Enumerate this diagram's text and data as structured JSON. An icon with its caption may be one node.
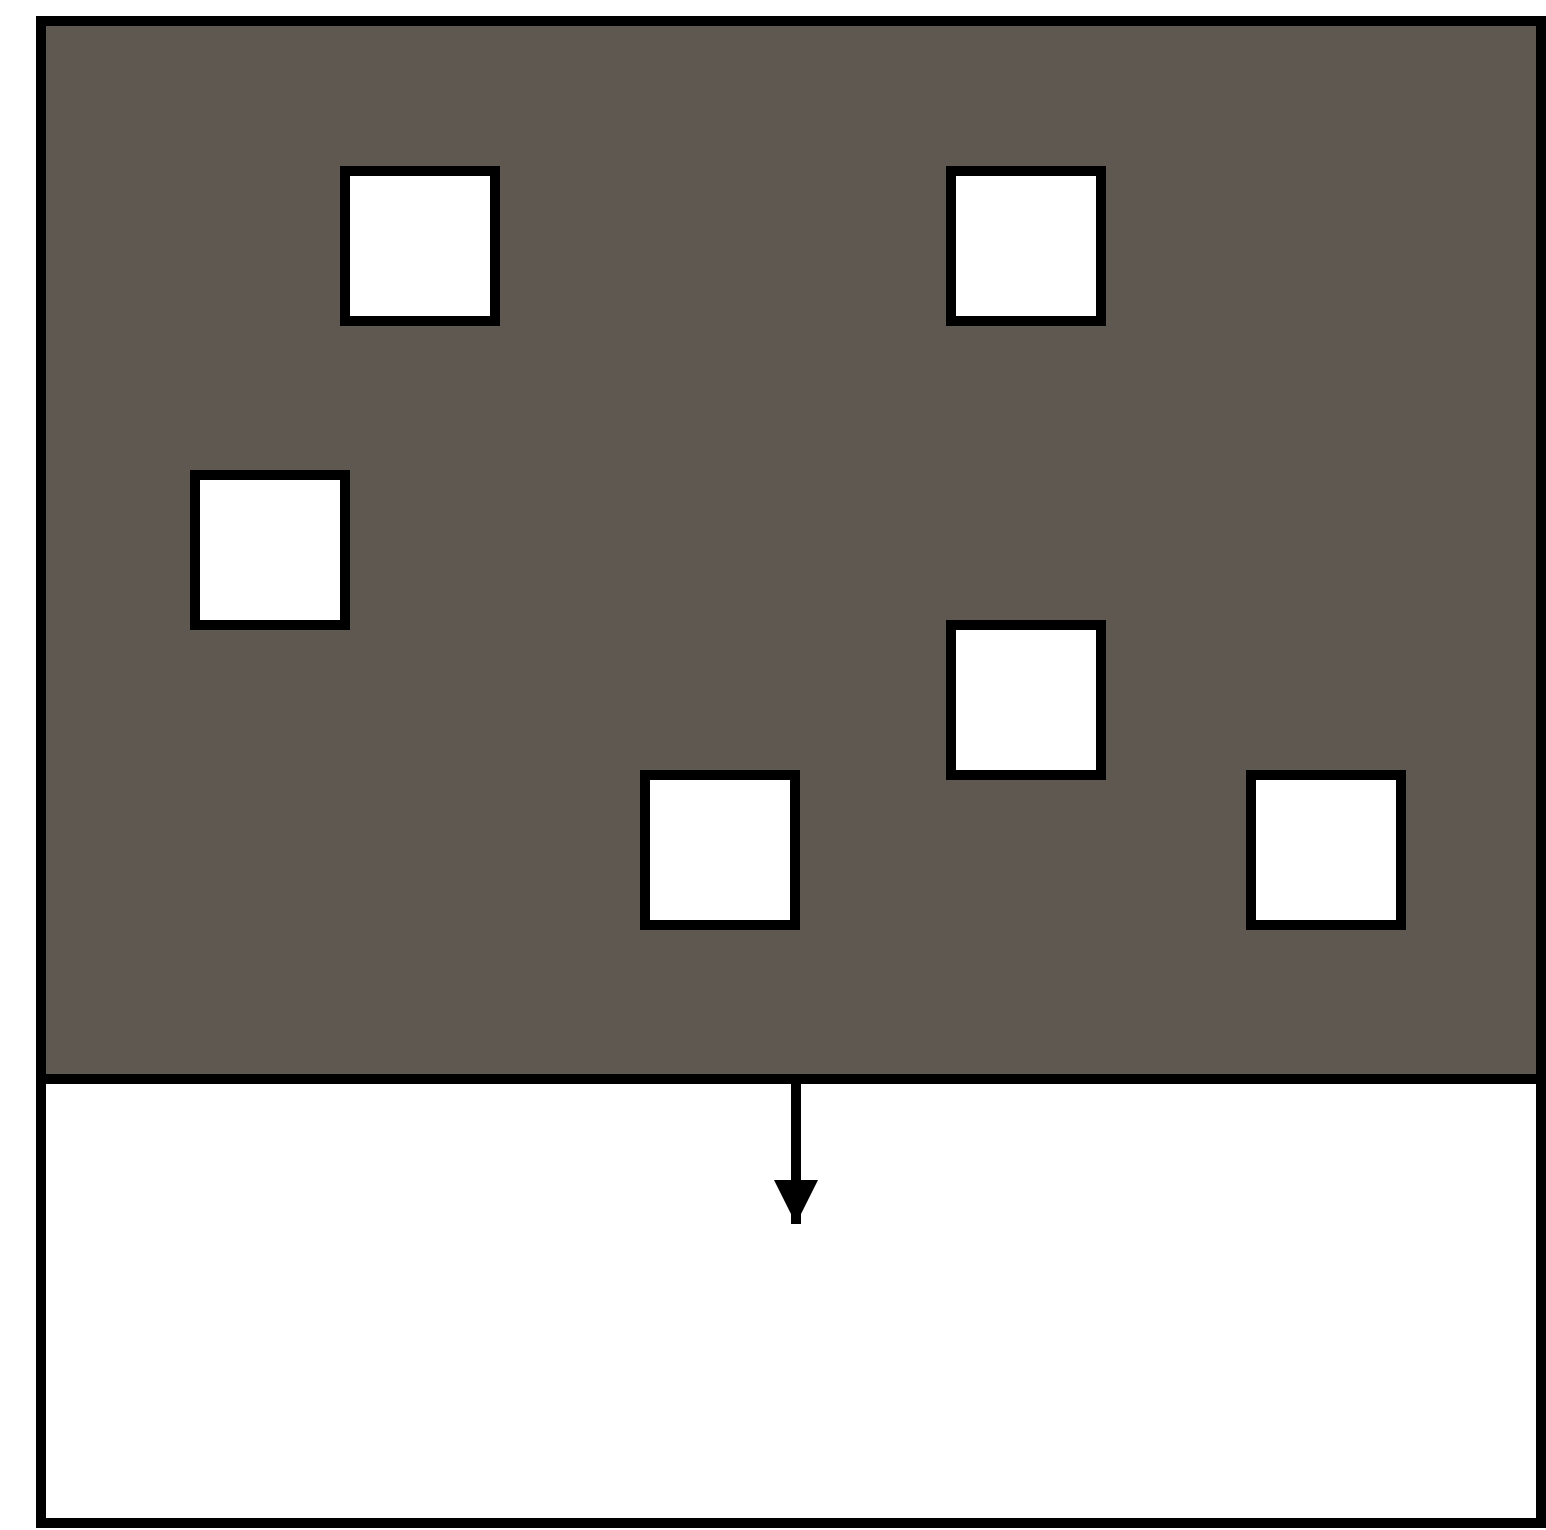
{
  "diagram": {
    "nodes": [
      {
        "text": [],
        "shape": "box"
      },
      {
        "text": [],
        "shape": "box",
        "in": 0
      },
      {
        "text": [],
        "shape": "box",
        "in": 0
      },
      {
        "text": [],
        "shape": "box",
        "in": 0
      },
      {
        "text": [],
        "shape": "box",
        "in": 0
      },
      {
        "text": [],
        "shape": "box",
        "in": 0
      },
      {
        "text": [],
        "shape": "box",
        "in": 0
      },
      {
        "text": [],
        "shape": "box"
      }
    ],
    "edges": [
      {
        "from": 0,
        "to": 7,
        "arrow": "to"
      }
    ]
  }
}
